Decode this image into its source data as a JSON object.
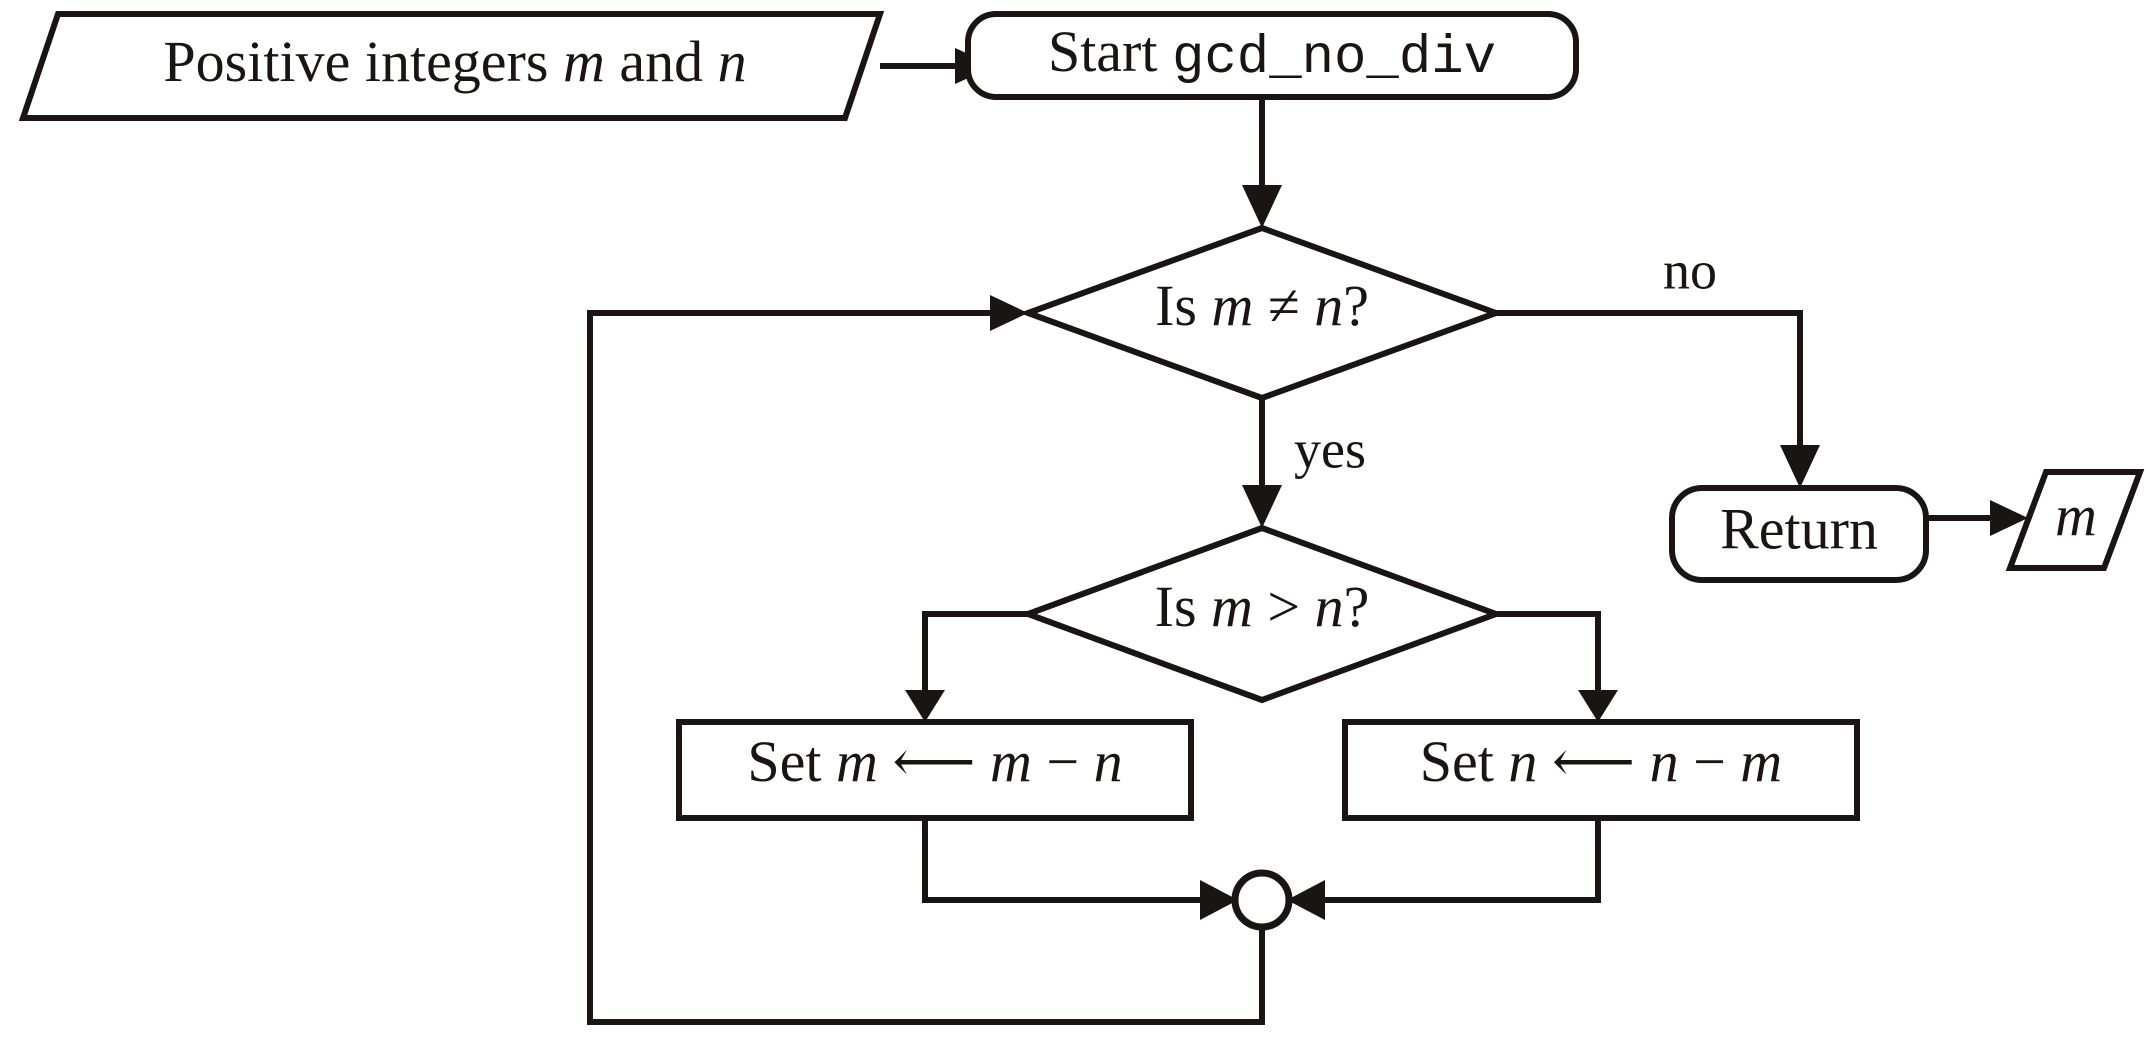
{
  "diagram": {
    "title": "gcd_no_div flowchart",
    "type": "flowchart",
    "background_color": "#ffffff",
    "stroke_color": "#1a1412"
  },
  "nodes": {
    "input_mn": {
      "shape": "parallelogram",
      "role": "input",
      "text_plain": "Positive integers m and n",
      "text_prefix": "Positive integers ",
      "var_1": "m",
      "text_middle": " and ",
      "var_2": "n"
    },
    "start": {
      "shape": "rounded-rectangle",
      "role": "terminator",
      "text_plain": "Start gcd_no_div",
      "text_prefix": "Start ",
      "code_name": "gcd_no_div"
    },
    "decision_not_equal": {
      "shape": "diamond",
      "role": "decision",
      "text_plain": "Is m ≠ n?",
      "text_prefix": "Is ",
      "var_1": "m",
      "operator": "≠",
      "var_2": "n",
      "text_suffix": "?"
    },
    "decision_greater": {
      "shape": "diamond",
      "role": "decision",
      "text_plain": "Is m > n?",
      "text_prefix": "Is ",
      "var_1": "m",
      "operator": ">",
      "var_2": "n",
      "text_suffix": "?"
    },
    "set_m": {
      "shape": "rectangle",
      "role": "process",
      "text_plain": "Set m ← m − n",
      "text_prefix": "Set ",
      "var_target": "m",
      "assign_arrow": "⟵",
      "var_left": "m",
      "operator": "−",
      "var_right": "n"
    },
    "set_n": {
      "shape": "rectangle",
      "role": "process",
      "text_plain": "Set n ← n − m",
      "text_prefix": "Set ",
      "var_target": "n",
      "assign_arrow": "⟵",
      "var_left": "n",
      "operator": "−",
      "var_right": "m"
    },
    "return": {
      "shape": "rounded-rectangle",
      "role": "terminator",
      "text_plain": "Return"
    },
    "output_m": {
      "shape": "parallelogram",
      "role": "output",
      "text_plain": "m",
      "var_1": "m"
    },
    "merge": {
      "shape": "circle",
      "role": "merge-junction",
      "text_plain": ""
    }
  },
  "edge_labels": {
    "no": "no",
    "yes": "yes"
  },
  "edges": [
    {
      "from": "input_mn",
      "to": "start",
      "label": ""
    },
    {
      "from": "start",
      "to": "decision_not_equal",
      "label": ""
    },
    {
      "from": "decision_not_equal",
      "to": "return",
      "label": "no"
    },
    {
      "from": "decision_not_equal",
      "to": "decision_greater",
      "label": "yes"
    },
    {
      "from": "decision_greater",
      "to": "set_m",
      "label": ""
    },
    {
      "from": "decision_greater",
      "to": "set_n",
      "label": ""
    },
    {
      "from": "set_m",
      "to": "merge",
      "label": ""
    },
    {
      "from": "set_n",
      "to": "merge",
      "label": ""
    },
    {
      "from": "merge",
      "to": "decision_not_equal",
      "label": ""
    },
    {
      "from": "return",
      "to": "output_m",
      "label": ""
    }
  ]
}
